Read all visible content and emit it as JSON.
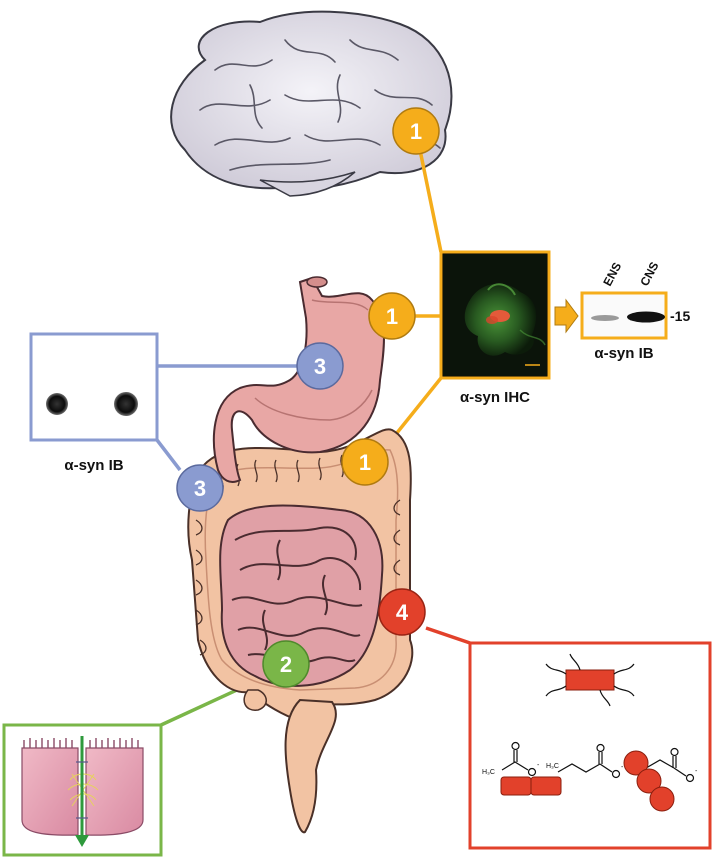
{
  "labels": {
    "ihc": "α-syn IHC",
    "ib_right": "α-syn IB",
    "ib_left": "α-syn IB",
    "ens": "ENS",
    "cns": "CNS",
    "mw": "-15"
  },
  "markers": {
    "brain": "1",
    "stomach": "1",
    "colon": "1",
    "stomach_blot": "3",
    "colon_blot": "3",
    "small_intestine": "2",
    "large_intestine": "4"
  },
  "chemistry": {
    "acetate": "H₃C",
    "charge": "-"
  },
  "colors": {
    "pathway_1": "#f5ad1b",
    "pathway_2": "#7ab648",
    "pathway_3": "#8a9bd0",
    "pathway_4": "#e2412b",
    "brain": "#e8e6ef",
    "stomach": "#e8a7a5",
    "colon": "#f2c3a3"
  }
}
